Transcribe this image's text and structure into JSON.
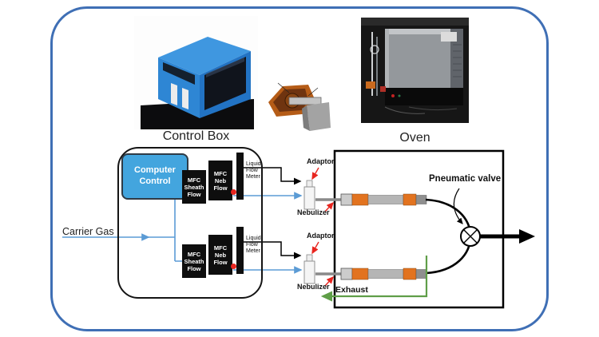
{
  "captions": {
    "control_box": "Control Box",
    "oven": "Oven"
  },
  "control_box": {
    "computer_control": "Computer\nControl",
    "rows": [
      {
        "sheath": "MFC\nSheath\nFlow",
        "neb": "MFC\nNeb\nFlow",
        "meter": "Liquid\nFlow\nMeter"
      },
      {
        "sheath": "MFC\nSheath\nFlow",
        "neb": "MFC\nNeb\nFlow",
        "meter": "Liquid\nFlow\nMeter"
      }
    ]
  },
  "labels": {
    "carrier_gas": "Carrier Gas",
    "adaptor_top": "Adaptor",
    "adaptor_bottom": "Adaptor",
    "nebulizer_top": "Nebulizer",
    "nebulizer_bottom": "Nebulizer",
    "pneumatic_valve": "Pneumatic valve",
    "exhaust": "Exhaust"
  },
  "colors": {
    "frame_blue": "#3f6fb5",
    "carrier_line_blue": "#5b9bd5",
    "exhaust_green": "#5f9e48",
    "computer_fill": "#43a5de",
    "column_orange": "#e2731f",
    "indicator_red": "#e8251f"
  }
}
